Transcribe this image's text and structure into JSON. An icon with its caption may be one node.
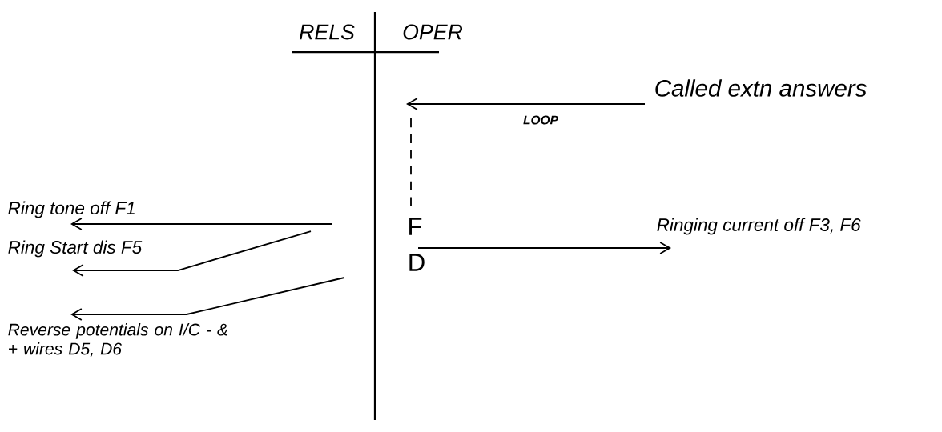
{
  "diagram": {
    "nodes": [
      {
        "text": [
          "Called extn answers"
        ]
      },
      {
        "text": [
          "F"
        ]
      },
      {
        "text": [
          "D"
        ]
      },
      {
        "text": [
          "Ring tone off F1"
        ]
      },
      {
        "text": [
          "Ring Start dis F5"
        ]
      },
      {
        "text": [
          "Reverse potentials on I/C - & + wires D5, D6"
        ]
      },
      {
        "text": [
          "Ringing current off F3, F6"
        ]
      }
    ],
    "edges": [
      {
        "from": 0,
        "to": null,
        "arrow": "to",
        "label": "LOOP"
      },
      {
        "from": null,
        "to": 1,
        "arrow": "none",
        "style": "dashed"
      },
      {
        "from": 1,
        "to": 6,
        "arrow": "to"
      },
      {
        "from": null,
        "to": 3,
        "arrow": "to"
      },
      {
        "from": null,
        "to": 4,
        "arrow": "to"
      },
      {
        "from": null,
        "to": 5,
        "arrow": "to"
      }
    ],
    "labels": [
      "RELS",
      "OPER"
    ]
  }
}
